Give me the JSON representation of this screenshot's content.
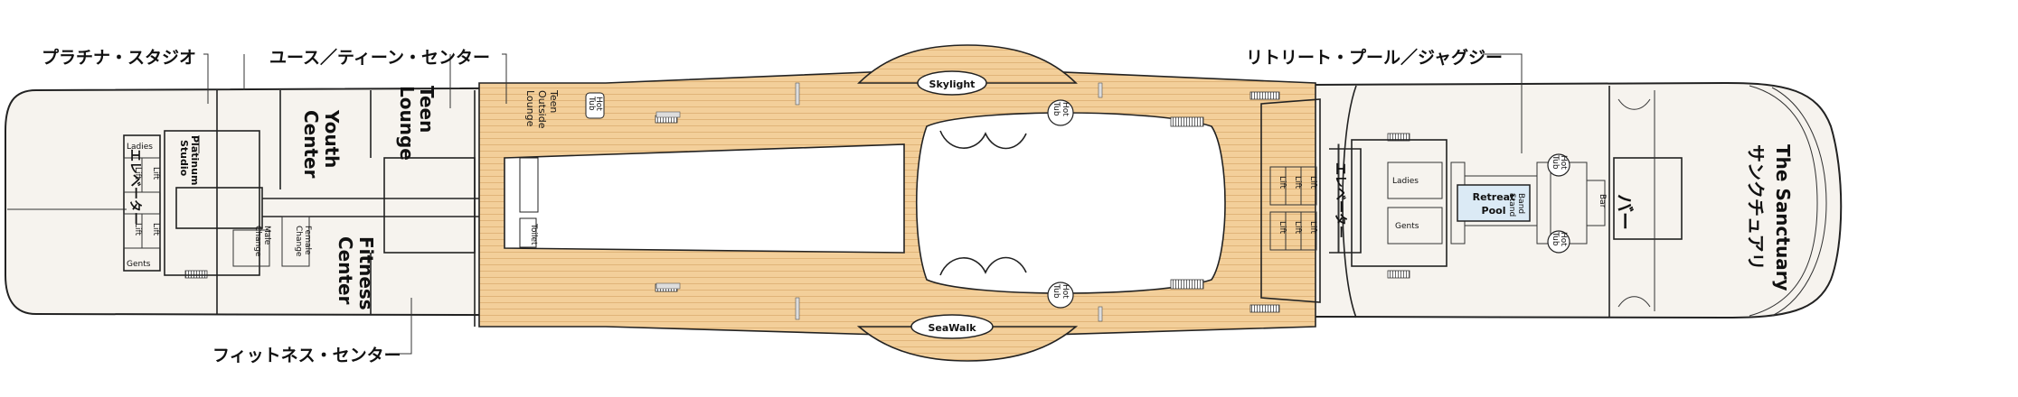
{
  "labels_jp": {
    "platinum_studio": "プラチナ・スタジオ",
    "youth_teen": "ユース／ティーン・センター",
    "fitness": "フィットネス・センター",
    "retreat": "リトリート・プール／ジャグジー",
    "elevator": "エレベーター",
    "bar": "バー",
    "sanctuary": "サンクチュアリ"
  },
  "rooms": {
    "ladies": "Ladies",
    "gents": "Gents",
    "lift": "Lift",
    "platinum_studio_l1": "Platinum",
    "platinum_studio_l2": "Studio",
    "youth_center_l1": "Youth",
    "youth_center_l2": "Center",
    "teen_lounge_l1": "Teen",
    "teen_lounge_l2": "Lounge",
    "teen_outside_l1": "Teen",
    "teen_outside_l2": "Outside",
    "teen_outside_l3": "Lounge",
    "fitness_center_l1": "Fitness",
    "fitness_center_l2": "Center",
    "male_change_l1": "Male",
    "male_change_l2": "Change",
    "female_change_l1": "Female",
    "female_change_l2": "Change",
    "hot_tub_l1": "Hot",
    "hot_tub_l2": "Tub",
    "toilet": "Toilet",
    "skylight": "Skylight",
    "seawalk": "SeaWalk",
    "retreat_pool_l1": "Retreat",
    "retreat_pool_l2": "Pool",
    "band_stand_l1": "Band",
    "band_stand_l2": "Stand",
    "bar": "Bar",
    "sanctuary": "The Sanctuary"
  },
  "colors": {
    "deck_wood": "#f3cf9a",
    "deck_line": "#d9a86a",
    "hull_fill": "#f6f3ee",
    "pool_fill": "#dbeaf5",
    "outline": "#222222"
  }
}
